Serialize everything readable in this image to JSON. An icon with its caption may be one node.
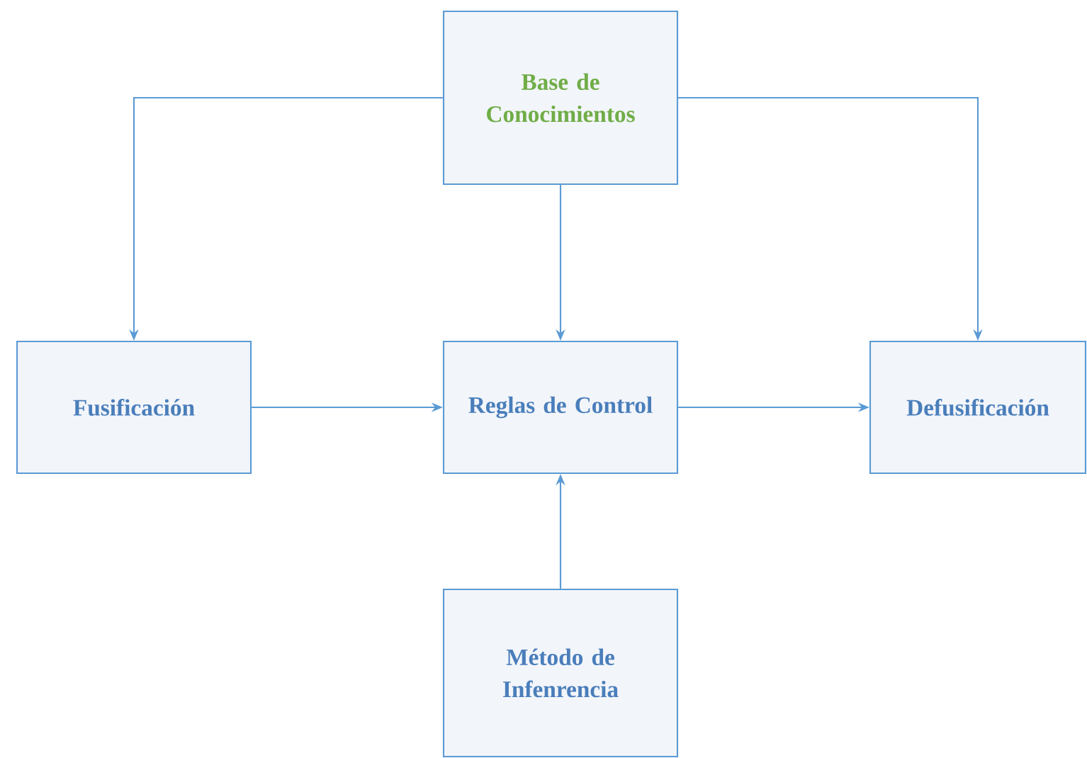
{
  "diagram": {
    "nodes": [
      {
        "text": [
          "Base de Conocimientos"
        ]
      },
      {
        "text": [
          "Fusificación"
        ]
      },
      {
        "text": [
          "Reglas de Control"
        ]
      },
      {
        "text": [
          "Defusificación"
        ]
      },
      {
        "text": [
          "Método de Infenrencia"
        ]
      }
    ],
    "edges": [
      {
        "from": 0,
        "to": 1,
        "arrow": "to"
      },
      {
        "from": 0,
        "to": 2,
        "arrow": "to"
      },
      {
        "from": 0,
        "to": 3,
        "arrow": "to"
      },
      {
        "from": 1,
        "to": 2,
        "arrow": "to"
      },
      {
        "from": 2,
        "to": 3,
        "arrow": "to"
      },
      {
        "from": 4,
        "to": 2,
        "arrow": "to"
      }
    ]
  }
}
